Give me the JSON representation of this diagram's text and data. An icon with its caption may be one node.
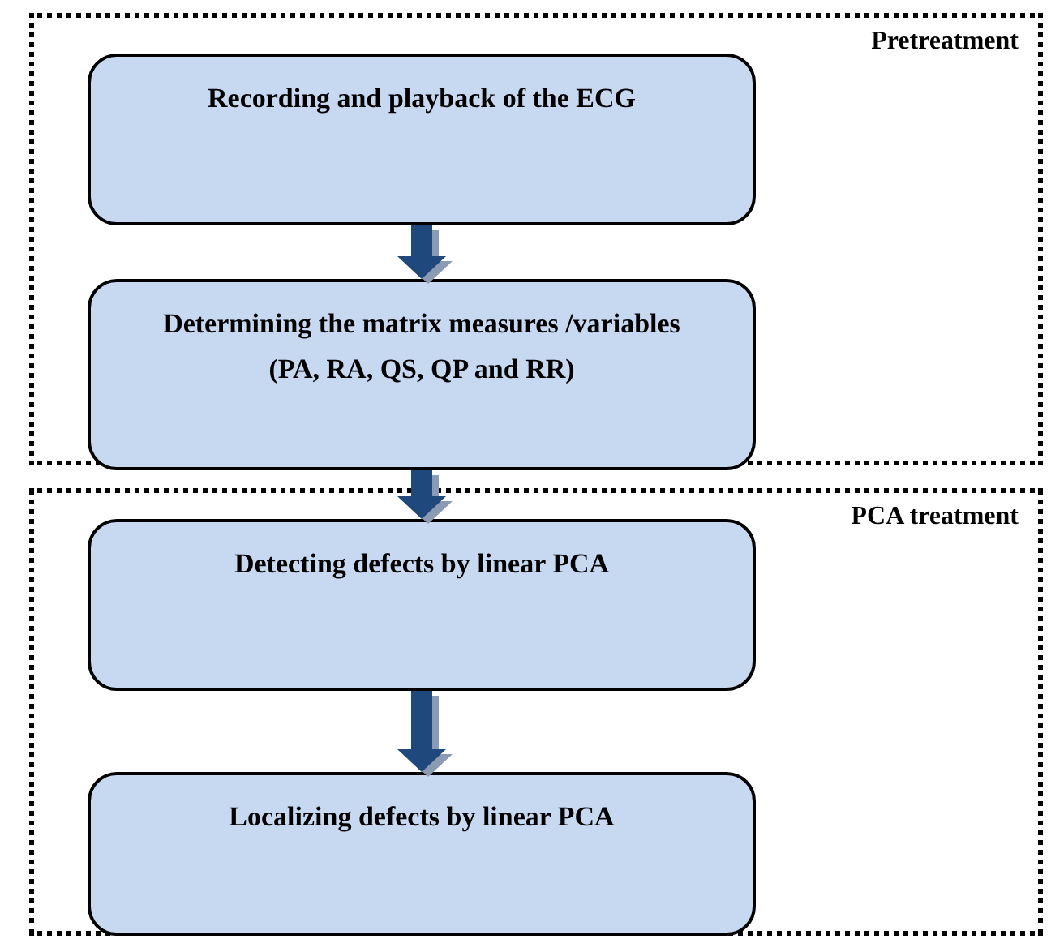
{
  "diagram": {
    "nodes": [
      {
        "text": [
          "Pretreatment"
        ]
      },
      {
        "text": [
          "Recording and playback of the ECG"
        ],
        "in": 0
      },
      {
        "text": [
          "Determining the matrix measures /variables (PA, RA, QS, QP and RR)"
        ],
        "in": 0
      },
      {
        "text": [
          "PCA treatment"
        ]
      },
      {
        "text": [
          "Detecting defects by linear PCA"
        ],
        "in": 3
      },
      {
        "text": [
          "Localizing defects by linear PCA"
        ],
        "in": 3
      }
    ],
    "edges": [
      {
        "from": 1,
        "to": 2,
        "arrow": "to"
      },
      {
        "from": 2,
        "to": 4,
        "arrow": "to"
      },
      {
        "from": 4,
        "to": 5,
        "arrow": "to"
      }
    ]
  }
}
